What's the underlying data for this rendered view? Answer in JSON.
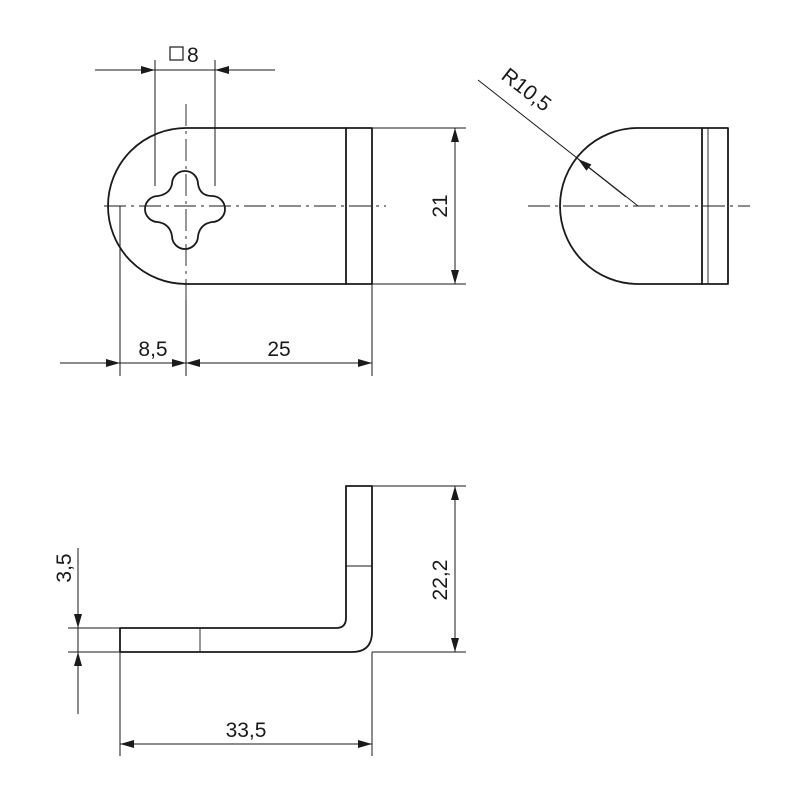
{
  "drawing": {
    "dimensions": {
      "square": "8",
      "radius": "R10,5",
      "height": "21",
      "left_offset": "8,5",
      "length": "25",
      "thickness": "3,5",
      "bent_height": "22,2",
      "total_length": "33,5"
    },
    "symbols": {
      "square": "square-symbol"
    }
  }
}
